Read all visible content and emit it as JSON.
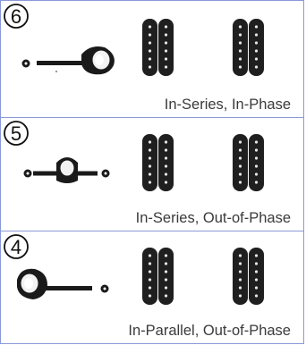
{
  "panels": [
    {
      "number": "6",
      "caption": "In-Series, In-Phase"
    },
    {
      "number": "5",
      "caption": "In-Series, Out-of-Phase"
    },
    {
      "number": "4",
      "caption": "In-Parallel, Out-of-Phase"
    }
  ],
  "colors": {
    "border": "#8a9ad8",
    "pickup": "#1f1f1f",
    "pole": "#e6e6e6",
    "switch": "#1a1a1a",
    "caption": "#3a3a3a"
  }
}
